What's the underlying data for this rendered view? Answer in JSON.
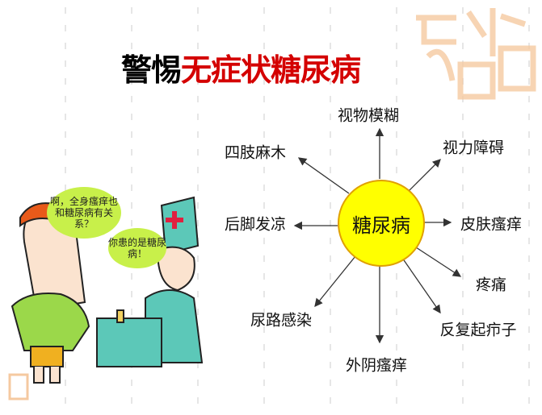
{
  "title": {
    "black": "警惕",
    "red": "无症状糖尿病"
  },
  "center": "糖尿病",
  "symptoms": [
    "视物模糊",
    "视力障碍",
    "皮肤瘙痒",
    "疼痛",
    "反复起疖子",
    "外阴瘙痒",
    "尿路感染",
    "后脚发凉",
    "四肢麻木"
  ],
  "bubbles": {
    "patient": "啊，全身瘙痒也和糖尿病有关系？",
    "doctor": "你患的是糖尿病！"
  },
  "watermark": "百祥如意",
  "colors": {
    "title_red": "#d40000",
    "center_fill": "#ffff00",
    "bubble": "#c8f04a",
    "watermark": "#f5c9a0"
  }
}
